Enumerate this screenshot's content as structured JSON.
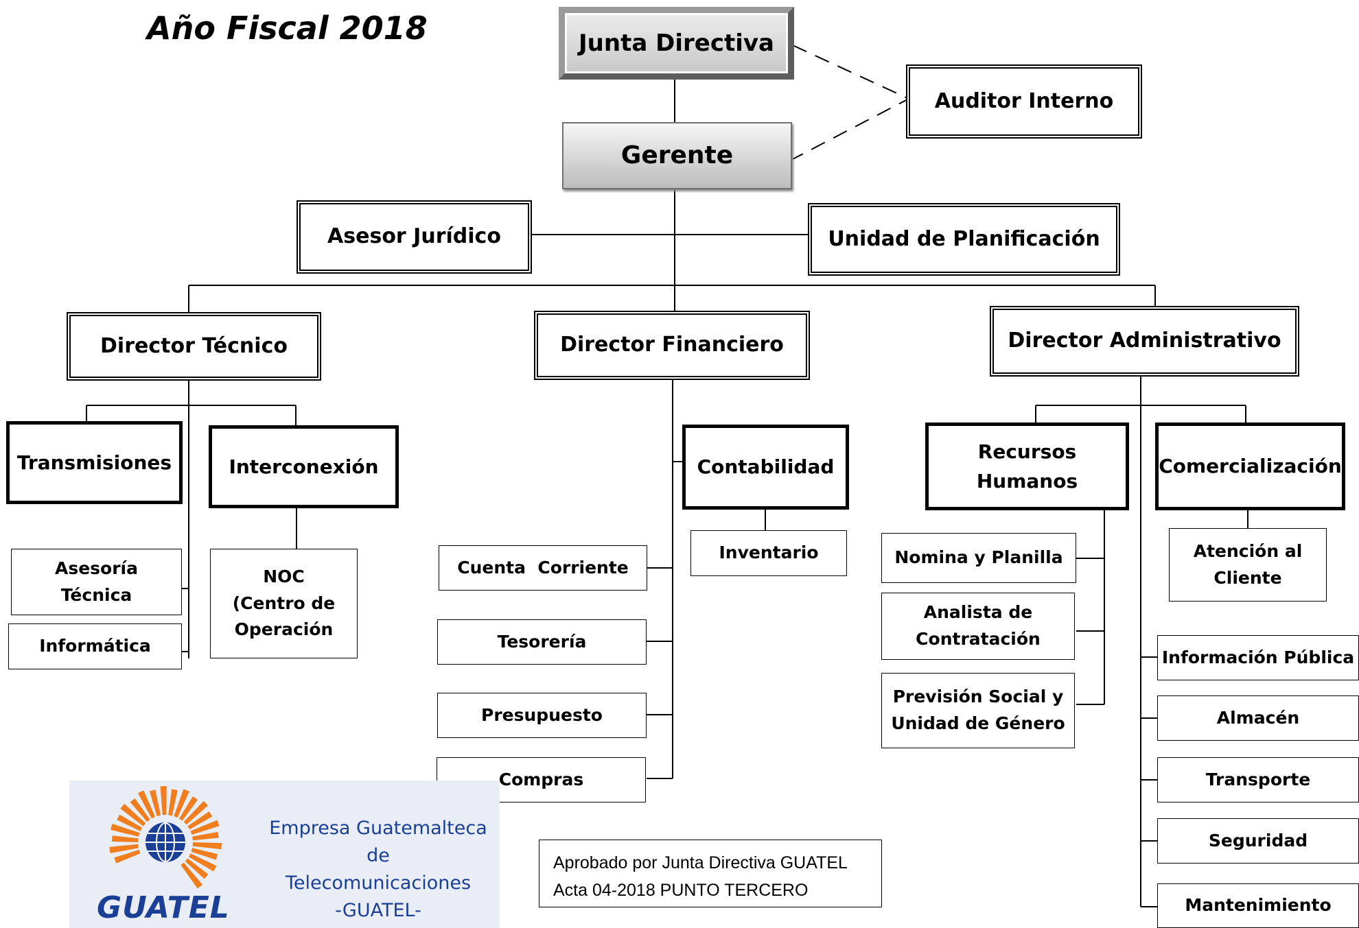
{
  "header": {
    "fiscal_year": "Año Fiscal 2018"
  },
  "nodes": {
    "junta": "Junta Directiva",
    "auditor": "Auditor Interno",
    "gerente": "Gerente",
    "asesor": "Asesor Jurídico",
    "planificacion": "Unidad de Planificación",
    "dir_tecnico": "Director Técnico",
    "dir_financiero": "Director Financiero",
    "dir_administrativo": "Director Administrativo",
    "transmisiones": "Transmisiones",
    "interconexion": "Interconexión",
    "asesoria_tecnica": [
      "Asesoría",
      "Técnica"
    ],
    "informatica": "Informática",
    "noc": [
      "NOC",
      "(Centro de",
      "Operación"
    ],
    "contabilidad": "Contabilidad",
    "inventario": "Inventario",
    "cuenta_corriente": "Cuenta  Corriente",
    "tesoreria": "Tesorería",
    "presupuesto": "Presupuesto",
    "compras": "Compras",
    "recursos_humanos": [
      "Recursos",
      "Humanos"
    ],
    "comercializacion": "Comercialización",
    "nomina": "Nomina y Planilla",
    "analista": [
      "Analista de",
      "Contratación"
    ],
    "prevision": [
      "Previsión Social y",
      "Unidad de Género"
    ],
    "atencion": [
      "Atención al",
      "Cliente"
    ],
    "info_publica": "Información Pública",
    "almacen": "Almacén",
    "transporte": "Transporte",
    "seguridad": "Seguridad",
    "mantenimiento": "Mantenimiento"
  },
  "approval_note": [
    "Aprobado por Junta Directiva GUATEL",
    "Acta 04-2018 PUNTO TERCERO"
  ],
  "logo": {
    "org_name": [
      "Empresa Guatemalteca de",
      "Telecomunicaciones",
      "-GUATEL-"
    ],
    "wordmark": "GUATEL",
    "colors": {
      "orange": "#f07d1e",
      "blue": "#1b3f95"
    }
  }
}
